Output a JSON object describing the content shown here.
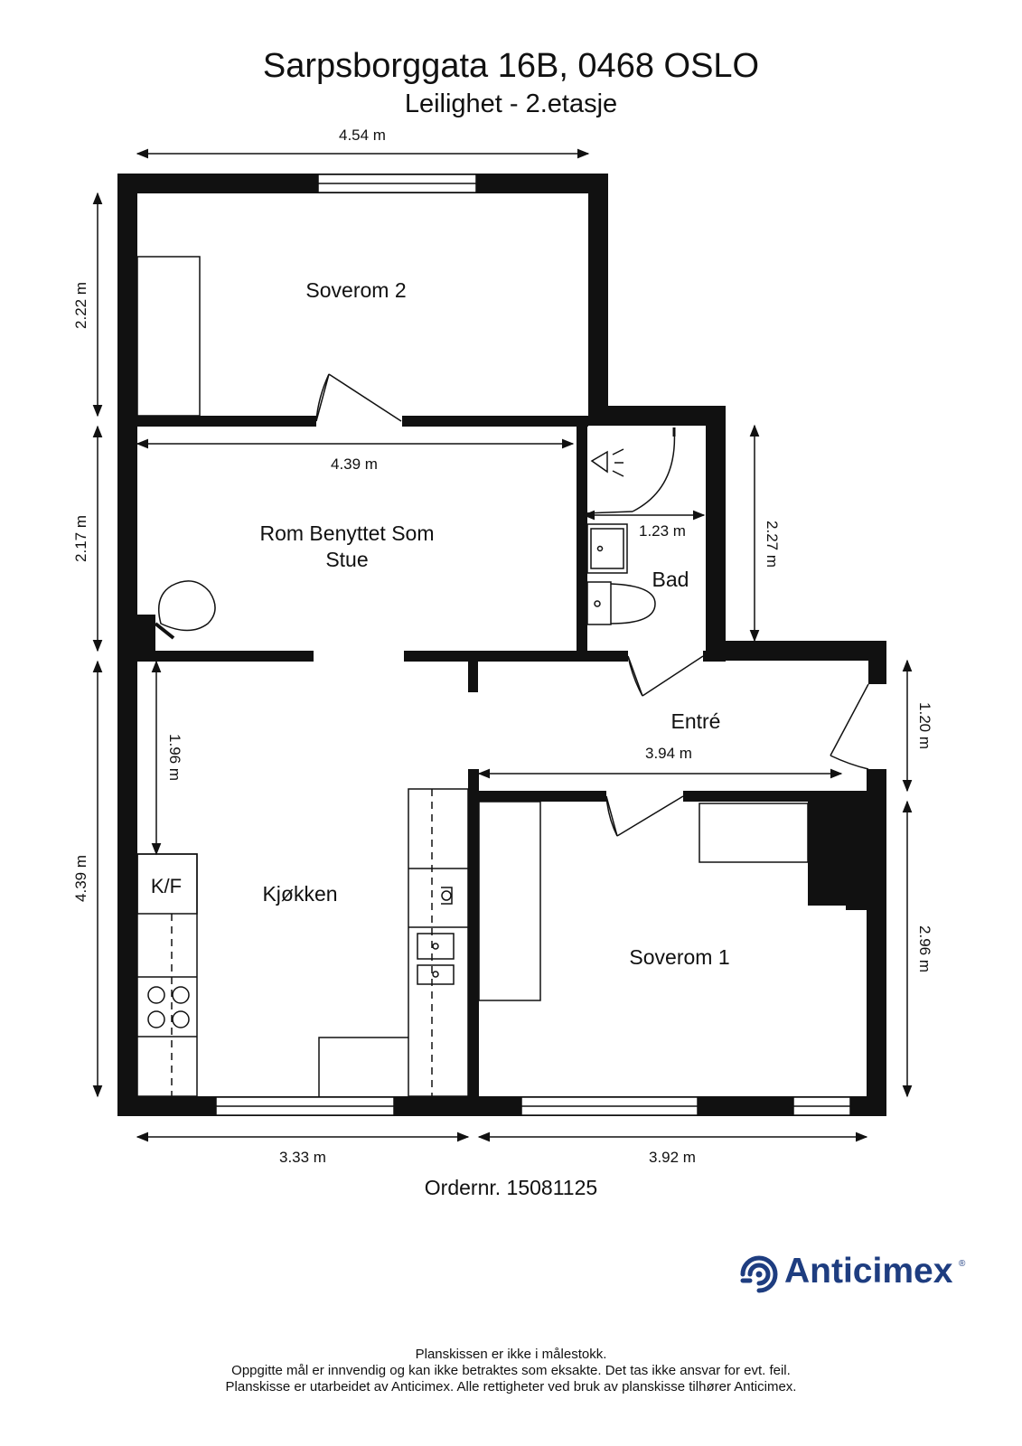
{
  "header": {
    "address": "Sarpsborggata 16B, 0468 OSLO",
    "unit": "Leilighet  - 2.etasje"
  },
  "rooms": {
    "soverom2": "Soverom 2",
    "stue_line1": "Rom Benyttet Som",
    "stue_line2": "Stue",
    "bad": "Bad",
    "entre": "Entré",
    "kjokken": "Kjøkken",
    "soverom1": "Soverom 1",
    "kf": "K/F"
  },
  "dimensions": {
    "top_width": "4.54 m",
    "stue_width": "4.39 m",
    "bad_width": "1.23 m",
    "entre_width": "3.94 m",
    "bottom_left": "3.33 m",
    "bottom_right": "3.92 m",
    "left_soverom2": "2.22 m",
    "left_stue": "2.17 m",
    "left_kjokken": "4.39 m",
    "inner_kjokken": "1.96 m",
    "right_bad": "2.27 m",
    "right_entre": "1.20 m",
    "right_soverom1": "2.96 m"
  },
  "order": "Ordernr. 15081125",
  "brand": {
    "name": "Anticimex",
    "registered": "®",
    "color": "#1e3d80"
  },
  "footer": {
    "line1": "Planskissen er ikke i målestokk.",
    "line2": "Oppgitte mål er innvendig og kan ikke betraktes som eksakte. Det tas ikke ansvar for evt. feil.",
    "line3": "Planskisse er utarbeidet av Anticimex. Alle rettigheter ved bruk av planskisse tilhører Anticimex."
  }
}
